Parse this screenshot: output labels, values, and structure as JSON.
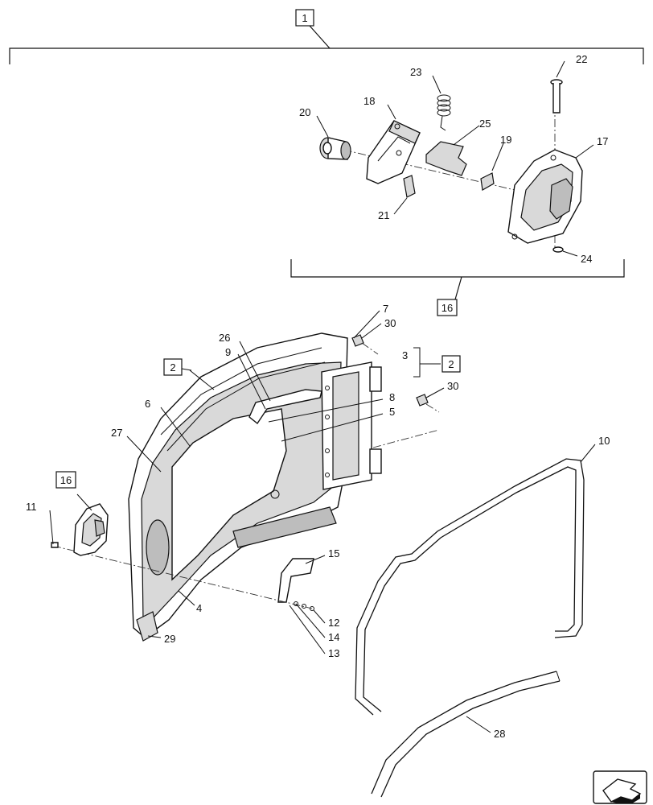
{
  "callouts": {
    "c1": "1",
    "c2": "2",
    "c2b": "2",
    "c3": "3",
    "c4": "4",
    "c5": "5",
    "c6": "6",
    "c7": "7",
    "c8": "8",
    "c9": "9",
    "c10": "10",
    "c11": "11",
    "c12": "12",
    "c13": "13",
    "c14": "14",
    "c15": "15",
    "c16": "16",
    "c16b": "16",
    "c17": "17",
    "c18": "18",
    "c19": "19",
    "c20": "20",
    "c21": "21",
    "c22": "22",
    "c23": "23",
    "c24": "24",
    "c25": "25",
    "c26": "26",
    "c27": "27",
    "c28": "28",
    "c29": "29",
    "c30": "30",
    "c30b": "30"
  },
  "icons": {
    "nav": "arrow-navigation-icon"
  },
  "colors": {
    "line": "#111111",
    "fill_light": "#d9d9d9",
    "fill_dark": "#bdbdbd"
  }
}
